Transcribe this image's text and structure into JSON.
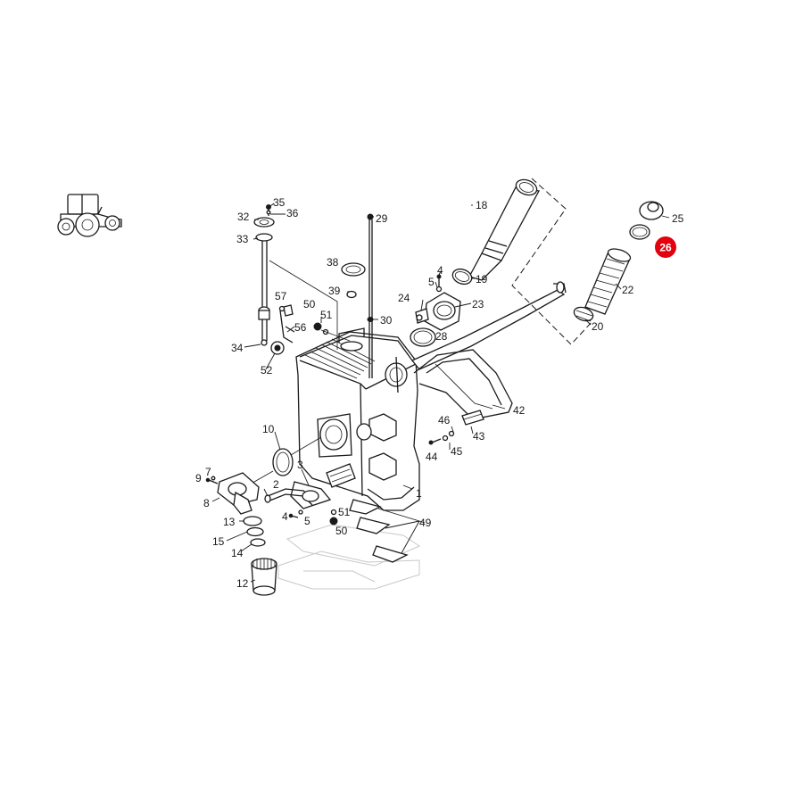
{
  "diagram": {
    "accent_color": "#e3000f",
    "thumbnail_icon": "tractor-icon",
    "selected_callout": "26",
    "callouts": [
      "1",
      "2",
      "3",
      "4",
      "4",
      "5",
      "5",
      "7",
      "8",
      "9",
      "10",
      "12",
      "13",
      "14",
      "15",
      "18",
      "19",
      "20",
      "22",
      "23",
      "24",
      "25",
      "26",
      "28",
      "29",
      "30",
      "32",
      "33",
      "34",
      "35",
      "36",
      "38",
      "39",
      "42",
      "43",
      "44",
      "45",
      "46",
      "49",
      "50",
      "50",
      "51",
      "51",
      "52",
      "56",
      "57"
    ]
  }
}
